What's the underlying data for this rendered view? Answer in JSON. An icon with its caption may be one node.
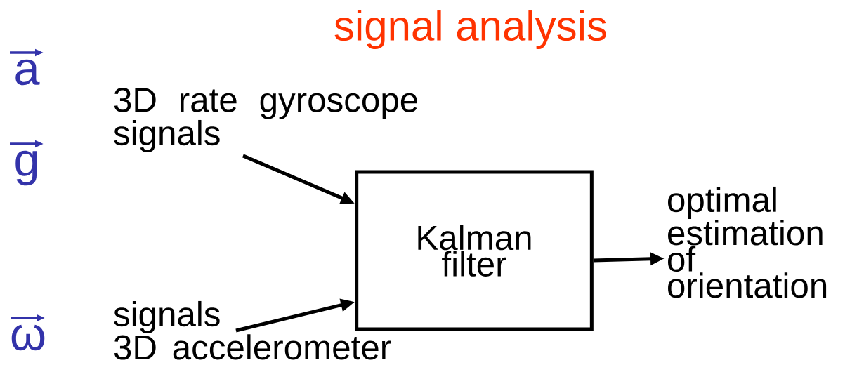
{
  "diagram": {
    "title": "signal analysis",
    "nodes": [
      {
        "text": [
          "3D rate gyroscope signals"
        ]
      },
      {
        "text": [
          "Kalman filter"
        ]
      },
      {
        "text": [
          "optimal estimation of orientation"
        ]
      },
      {
        "text": [
          "signals",
          "3D accelerometer"
        ]
      }
    ],
    "edges": [
      {
        "from": 0,
        "to": 1,
        "arrow": "to"
      },
      {
        "from": 3,
        "to": 1,
        "arrow": "to"
      },
      {
        "from": 1,
        "to": 2,
        "arrow": "to"
      }
    ],
    "labels": [
      "a",
      "g",
      "ω"
    ]
  }
}
